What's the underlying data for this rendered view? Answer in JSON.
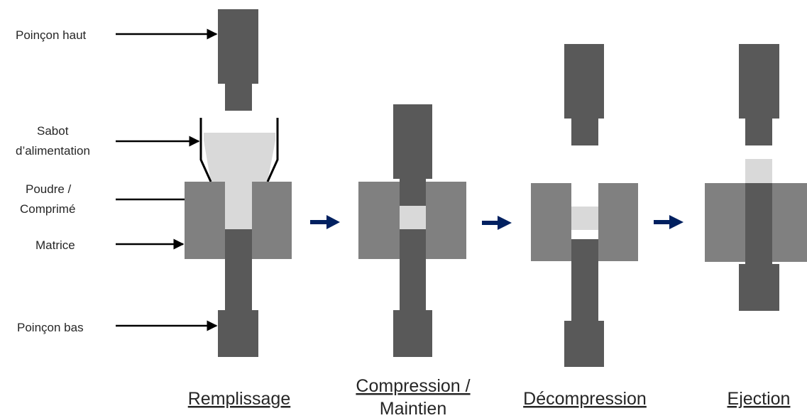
{
  "labels": {
    "upper_punch": "Poinçon haut",
    "feed_shoe_line1": "Sabot",
    "feed_shoe_line2": "d’alimentation",
    "powder_line1": "Poudre /",
    "powder_line2": "Comprimé",
    "die": "Matrice",
    "lower_punch": "Poinçon bas"
  },
  "stages": {
    "filling": "Remplissage",
    "compression_line1": "Compression /",
    "compression_line2": "Maintien",
    "decompression": "Décompression",
    "ejection": "Ejection"
  },
  "colors": {
    "punch": "#595959",
    "die": "#808080",
    "powder": "#d9d9d9",
    "arrow": "#002060",
    "text": "#262626"
  }
}
